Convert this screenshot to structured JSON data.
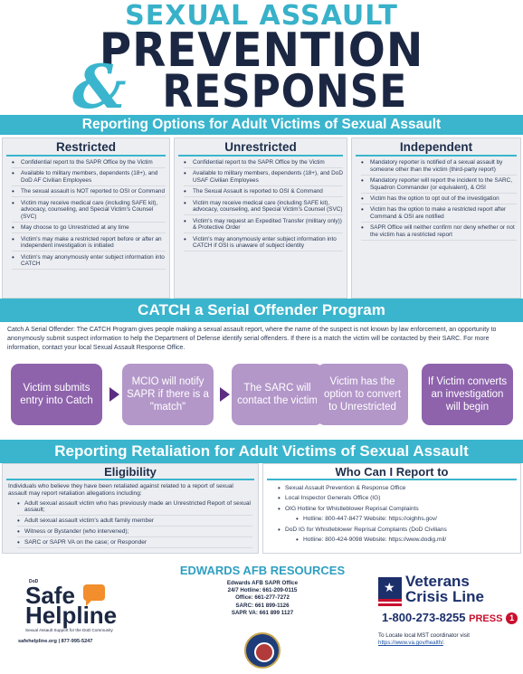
{
  "header": {
    "line1": "SEXUAL ASSAULT",
    "line2": "PREVENTION",
    "amp": "&",
    "line3": "RESPONSE"
  },
  "reporting": {
    "banner": "Reporting Options for Adult Victims of Sexual Assault",
    "columns": [
      {
        "title": "Restricted",
        "items": [
          "Confidential report to the SAPR Office by the Victim",
          "Available to military members, dependents (18+), and DoD AF Civilian Employees",
          "The sexual assault is NOT reported to OSI or Command",
          "Victim may receive medical care (including SAFE kit), advocacy, counseling, and Special Victim's Counsel (SVC)",
          "May choose to go Unrestricted at any time",
          "Victim's may make a restricted report before or after an independent investigation is initiated",
          "Victim's may anonymously enter subject information into CATCH"
        ]
      },
      {
        "title": "Unrestricted",
        "items": [
          "Confidential report to the SAPR Office by the Victim",
          "Available to military members, dependents (18+), and DoD USAF Civilian Employees",
          "The Sexual Assault is reported to OSI & Command",
          "Victim may receive medical care (including SAFE kit), advocacy, counseling, and Special Victim's Counsel (SVC)",
          "Victim's may request an Expedited Transfer (military only)) & Protective Order",
          "Victim's may anonymously enter subject information into CATCH if OSI is unaware of subject identity"
        ]
      },
      {
        "title": "Independent",
        "items": [
          "Mandatory reporter is notified of a sexual assault by someone other than the victim (third-party report)",
          "Mandatory reporter will report the incident to the SARC, Squadron Commander (or equivalent), & OSI",
          "Victim has the option to opt out of the investigation",
          "Victim has the option to make a restricted report after Command & OSI are notified",
          "SAPR Office will neither confirm nor deny whether or not the victim has a restricted report"
        ]
      }
    ]
  },
  "catch": {
    "banner": "CATCH a Serial Offender Program",
    "text": "Catch A Serial Offender: The CATCH Program gives people making a sexual assault report, where the name of the suspect is not known by law enforcement, an opportunity to anonymously submit suspect information to help the Department of Defense identify serial offenders. If there is a match the victim will be contacted by their SARC.  For more information, contact your local Sexual Assault Response Office.",
    "steps": [
      "Victim submits entry into Catch",
      "MCIO will notify SAPR if there is a \"match\"",
      "The SARC will contact the victim",
      "Victim has the option to convert to Unrestricted",
      "If Victim converts an investigation will begin"
    ],
    "step_color": "#8e63ac",
    "step_color_light": "#b397c9",
    "arrow_color": "#5c2d82"
  },
  "retaliation": {
    "banner": "Reporting Retaliation for Adult Victims of Sexual Assault",
    "eligibility": {
      "title": "Eligibility",
      "intro": "Individuals who believe they have been retaliated against related to a report of sexual assault may report retaliation allegations including:",
      "items": [
        "Adult sexual assault victim who has previously made an Unrestricted Report of sexual assault;",
        "Adult sexual assault victim's adult family member",
        "Witness or Bystander (who intervened);",
        "SARC or SAPR VA on the case; or Responder"
      ]
    },
    "who": {
      "title": "Who Can I Report to",
      "items": [
        "Sexual Assault Prevention & Response Office",
        "Local Inspector Generals Office (IG)",
        "OIG Hotline for Whistleblower Reprisal Complaints",
        "Hotline: 800-447-8477 Website: https://oighhs.gov/",
        "DoD IG for Whistleblower Reprisal Complaints (DoD Civilians",
        "Hotline: 800-424-9098 Website: https://www.dodig.mil/"
      ]
    }
  },
  "footer": {
    "safe_helpline": {
      "dod": "DoD",
      "word1": "Safe",
      "word2": "Helpline",
      "tagline": "Sexual Assault Support for the DoD Community",
      "url": "safehelpline.org | 877-995-5247"
    },
    "resources": {
      "title": "EDWARDS AFB RESOURCES",
      "lines": [
        "Edwards AFB SAPR Office",
        "24/7 Hotline: 661-209-0115",
        "Office: 661-277-7272",
        "SARC: 661 899-1126",
        "SAPR VA: 661 899 1127"
      ]
    },
    "veterans": {
      "word1": "Veterans",
      "word2": "Crisis Line",
      "phone": "1-800-273-8255",
      "press": "PRESS",
      "press_num": "1",
      "note": "To Locate local MST coordinator visit",
      "link": "https://www.va.gov/health/",
      "link_after": "."
    }
  },
  "colors": {
    "teal": "#3ab5cd",
    "navy": "#1b2742",
    "purple": "#8e63ac",
    "panel_gray": "#eceef2"
  }
}
